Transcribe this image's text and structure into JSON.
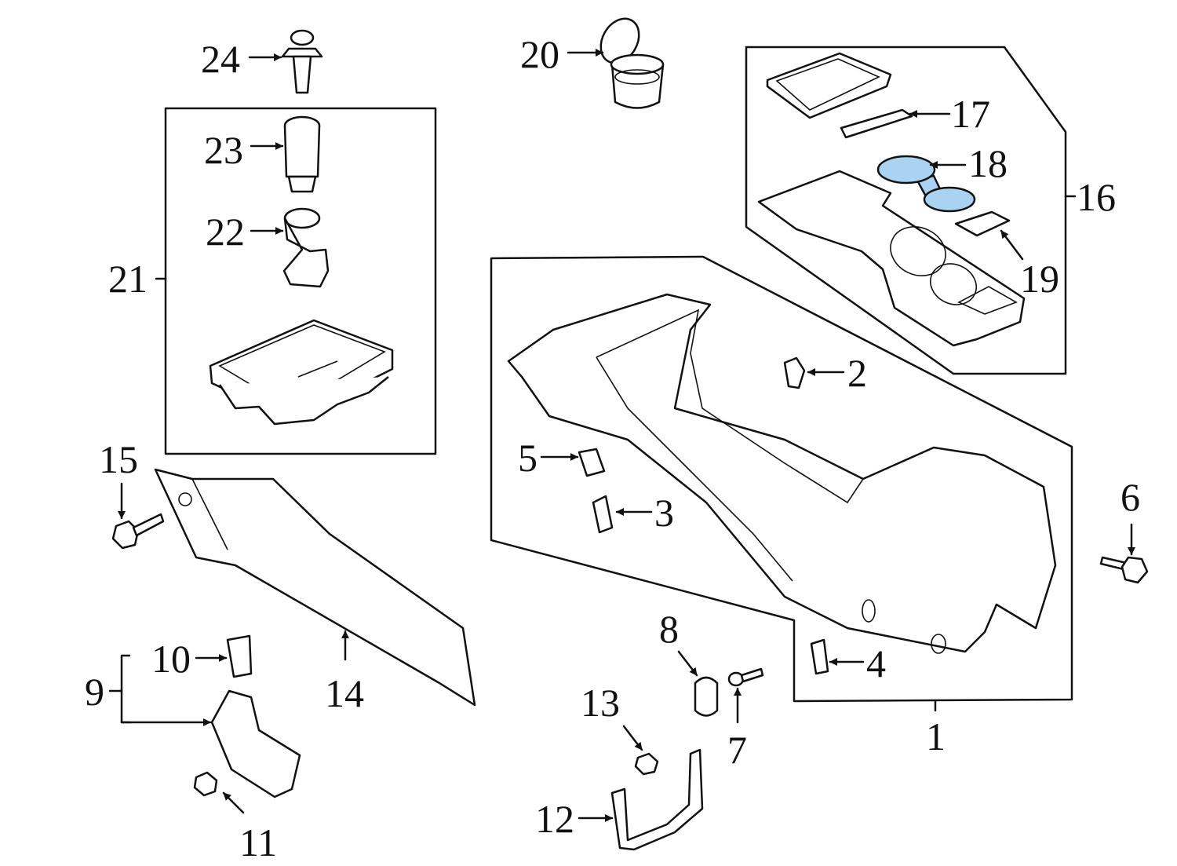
{
  "diagram": {
    "type": "exploded parts diagram",
    "subject": "center console assembly",
    "highlight_color": "#a9d3f0",
    "highlighted_part": "18",
    "callouts": [
      {
        "id": "1",
        "label": "1"
      },
      {
        "id": "2",
        "label": "2"
      },
      {
        "id": "3",
        "label": "3"
      },
      {
        "id": "4",
        "label": "4"
      },
      {
        "id": "5",
        "label": "5"
      },
      {
        "id": "6",
        "label": "6"
      },
      {
        "id": "7",
        "label": "7"
      },
      {
        "id": "8",
        "label": "8"
      },
      {
        "id": "9",
        "label": "9"
      },
      {
        "id": "10",
        "label": "10"
      },
      {
        "id": "11",
        "label": "11"
      },
      {
        "id": "12",
        "label": "12"
      },
      {
        "id": "13",
        "label": "13"
      },
      {
        "id": "14",
        "label": "14"
      },
      {
        "id": "15",
        "label": "15"
      },
      {
        "id": "16",
        "label": "16"
      },
      {
        "id": "17",
        "label": "17"
      },
      {
        "id": "18",
        "label": "18"
      },
      {
        "id": "19",
        "label": "19"
      },
      {
        "id": "20",
        "label": "20"
      },
      {
        "id": "21",
        "label": "21"
      },
      {
        "id": "22",
        "label": "22"
      },
      {
        "id": "23",
        "label": "23"
      },
      {
        "id": "24",
        "label": "24"
      }
    ],
    "groups": [
      {
        "label": "16",
        "contains": [
          "17",
          "18",
          "19"
        ]
      },
      {
        "label": "21",
        "contains": [
          "22",
          "23"
        ]
      },
      {
        "label": "1",
        "contains": [
          "2",
          "3",
          "4",
          "5"
        ]
      },
      {
        "label": "9",
        "contains": [
          "10"
        ]
      }
    ]
  }
}
